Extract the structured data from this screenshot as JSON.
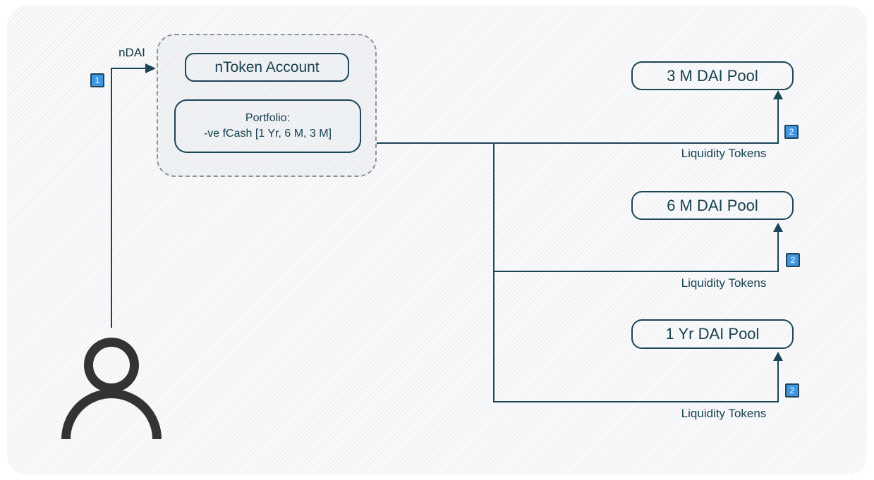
{
  "diagram": {
    "actor_icon": "person-icon",
    "deposit": {
      "label": "nDAI",
      "step_badge": "1"
    },
    "ntoken_group": {
      "title": "nToken Account",
      "portfolio_line1": "Portfolio:",
      "portfolio_line2": "-ve fCash [1 Yr, 6 M, 3 M]"
    },
    "pools": [
      {
        "label": "3 M DAI Pool",
        "edge_label": "Liquidity Tokens",
        "step_badge": "2"
      },
      {
        "label": "6 M DAI Pool",
        "edge_label": "Liquidity Tokens",
        "step_badge": "2"
      },
      {
        "label": "1 Yr DAI Pool",
        "edge_label": "Liquidity Tokens",
        "step_badge": "2"
      }
    ],
    "colors": {
      "line": "#1c4557",
      "badge_fill": "#3e97e2",
      "badge_border": "#24445c",
      "person": "#333333",
      "hatch_stripe": "#e8eaee"
    }
  }
}
